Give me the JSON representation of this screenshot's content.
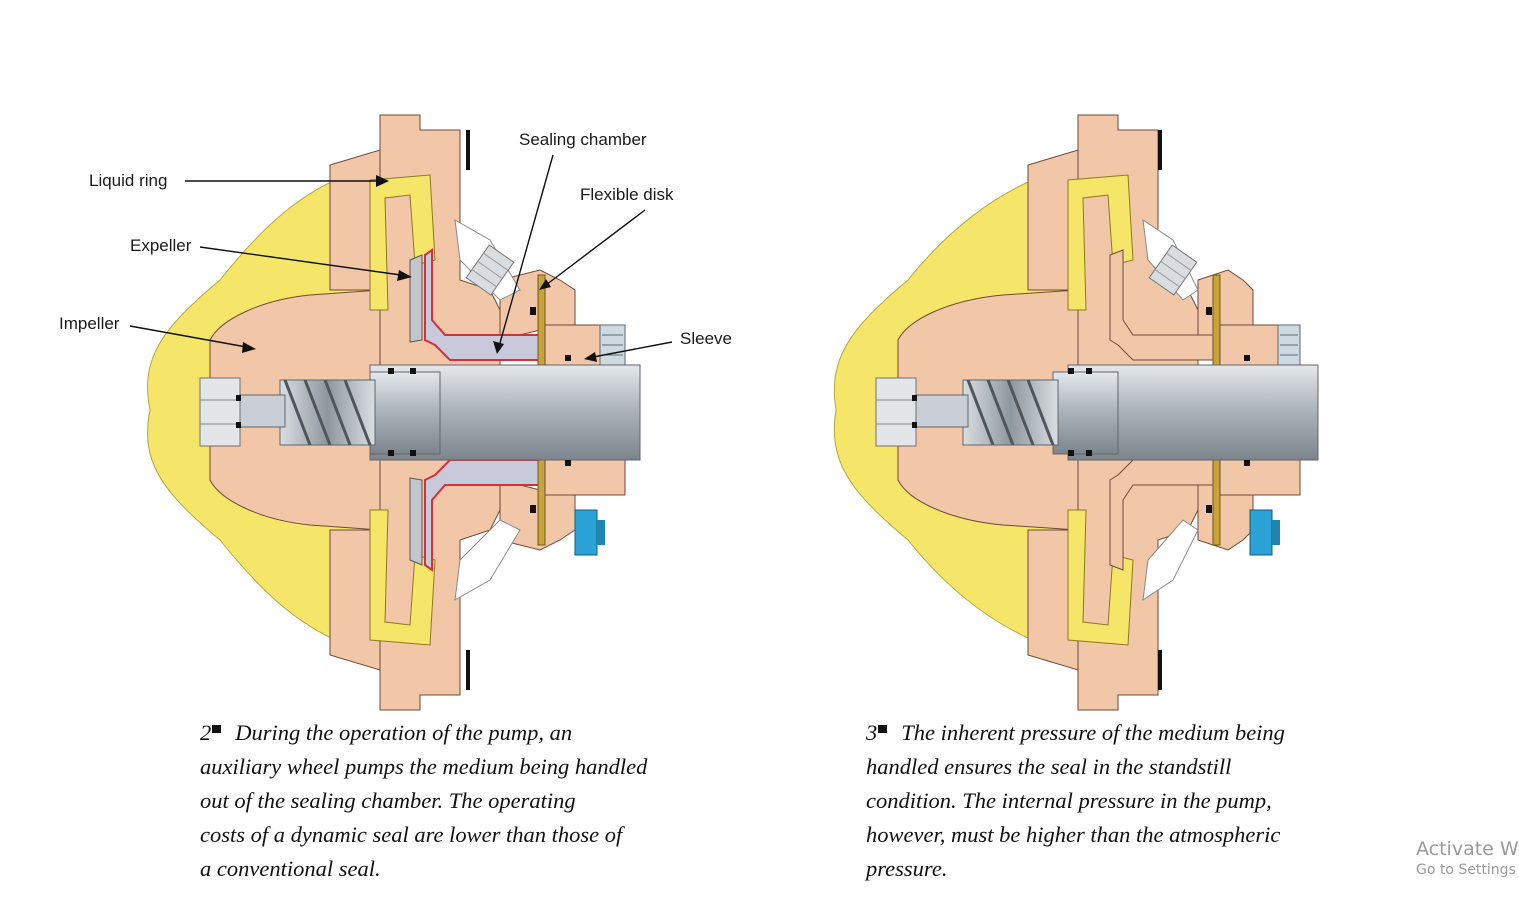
{
  "figure_left": {
    "labels": {
      "sealing_chamber": "Sealing chamber",
      "flexible_disk": "Flexible disk",
      "liquid_ring": "Liquid ring",
      "expeller": "Expeller",
      "impeller": "Impeller",
      "sleeve": "Sleeve"
    },
    "caption": {
      "number": "2",
      "lines": [
        "During the operation of the pump, an",
        "auxiliary wheel pumps the medium being handled",
        "out of the sealing chamber. The operating",
        "costs of a dynamic seal are lower than those of",
        "a conventional seal."
      ]
    }
  },
  "figure_right": {
    "caption": {
      "number": "3",
      "lines": [
        "The inherent pressure of the medium being",
        "handled ensures the seal in the standstill",
        "condition. The internal pressure in the pump,",
        "however, must be higher than the atmospheric",
        "pressure."
      ]
    }
  },
  "watermark": {
    "title": "Activate Wi",
    "subtitle": "Go to Settings t"
  },
  "colors": {
    "casing": "#f2c7a8",
    "casing_outline": "#6e4a36",
    "liquid": "#f5e66a",
    "shaft": "#b9c1c8",
    "sealing_chamber": "#c9c9dc",
    "seal_line": "#d2303a",
    "flexible_disk": "#c8a23a",
    "bolt_blue": "#2aa2d6"
  }
}
